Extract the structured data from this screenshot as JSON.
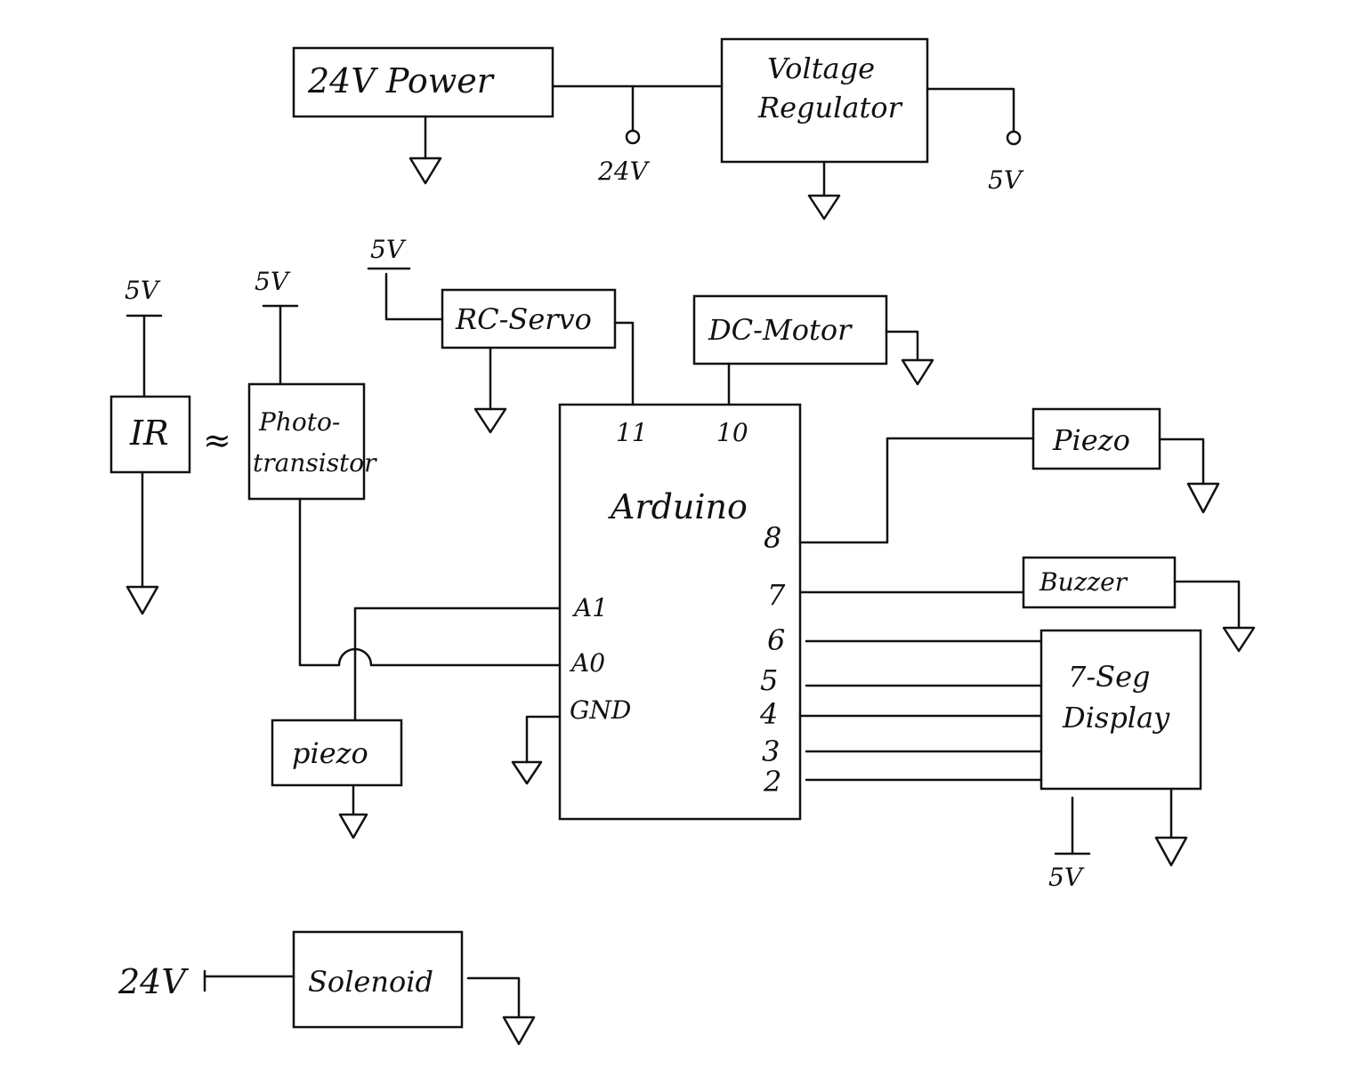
{
  "components": {
    "power24": "24V Power",
    "regulator_line1": "Voltage",
    "regulator_line2": "Regulator",
    "ir": "IR",
    "photo_line1": "Photo-",
    "photo_line2": "transistor",
    "servo": "RC-Servo",
    "dcmotor": "DC-Motor",
    "arduino": "Arduino",
    "piezo_right": "Piezo",
    "buzzer": "Buzzer",
    "display_line1": "7-Seg",
    "display_line2": "Display",
    "piezo_left": "piezo",
    "solenoid": "Solenoid"
  },
  "supplies": {
    "out_24v": "24V",
    "out_5v": "5V",
    "ir_5v": "5V",
    "photo_5v": "5V",
    "servo_5v": "5V",
    "display_5v": "5V",
    "solenoid_24v": "24V"
  },
  "coupling_symbol": "≈",
  "pins": {
    "p11": "11",
    "p10": "10",
    "p8": "8",
    "p7": "7",
    "p6": "6",
    "p5": "5",
    "p4": "4",
    "p3": "3",
    "p2": "2",
    "a1": "A1",
    "a0": "A0",
    "gnd": "GND"
  }
}
